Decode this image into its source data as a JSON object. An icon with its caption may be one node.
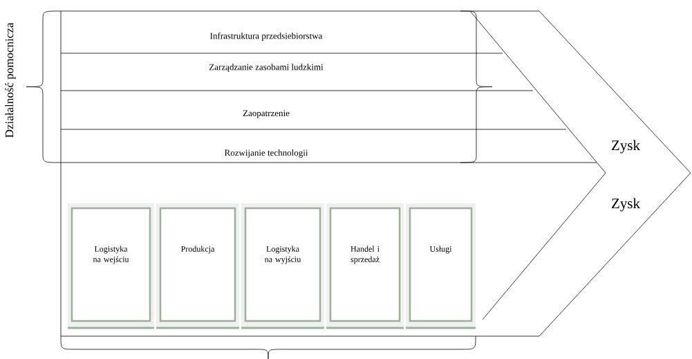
{
  "diagram": {
    "nodes": [
      {
        "text": [
          "Infrastruktura przedsiebiorstwa"
        ]
      },
      {
        "text": [
          "Zarządzanie zasobami ludzkimi"
        ]
      },
      {
        "text": [
          "Zaopatrzenie"
        ]
      },
      {
        "text": [
          "Rozwijanie technologii"
        ]
      },
      {
        "text": [
          "Logistyka na wejściu"
        ]
      },
      {
        "text": [
          "Produkcja"
        ]
      },
      {
        "text": [
          "Logistyka na wyjściu"
        ]
      },
      {
        "text": [
          "Handel i sprzedaż"
        ]
      },
      {
        "text": [
          "Usługi"
        ]
      }
    ],
    "labels": [
      "Działalność pomocnicza",
      "Zysk",
      "Zysk"
    ]
  }
}
